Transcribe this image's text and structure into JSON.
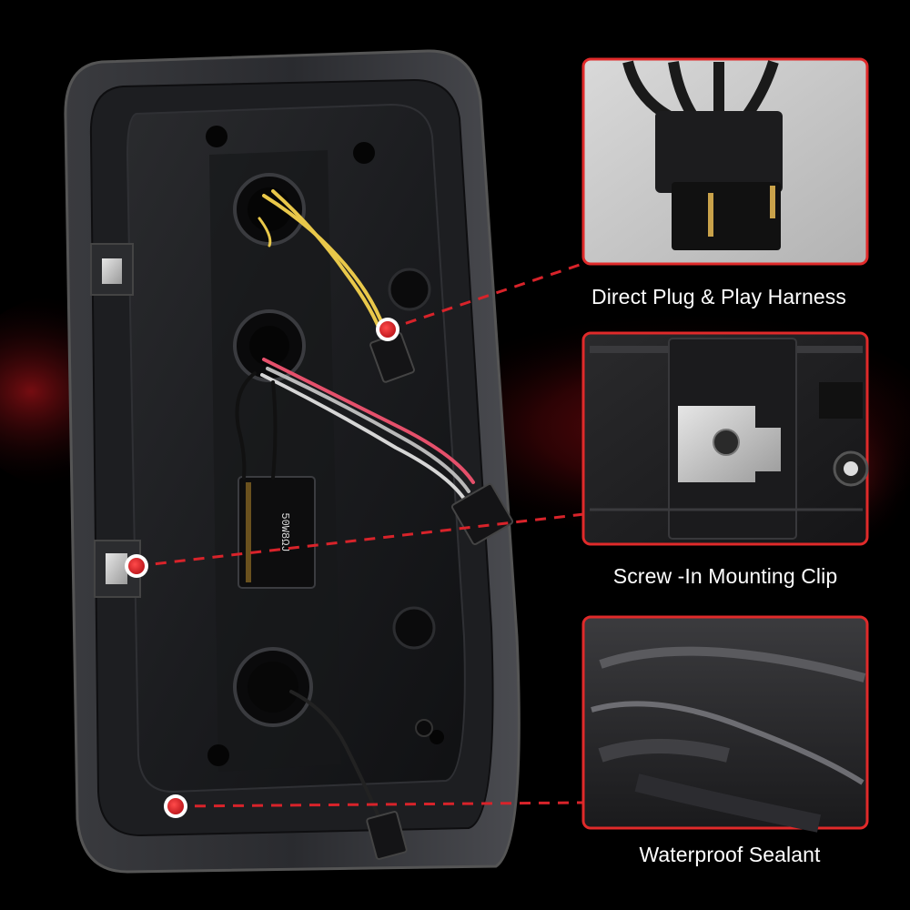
{
  "features": [
    {
      "label": "Direct Plug & Play Harness"
    },
    {
      "label": "Screw -In Mounting Clip"
    },
    {
      "label": "Waterproof Sealant"
    }
  ],
  "resistor_marking": "50W8ΩJ",
  "colors": {
    "background": "#000000",
    "callout_marker": "#e8202a",
    "callout_line": "#d8232a",
    "inset_border": "#e02a2a",
    "caption_text": "#ffffff",
    "wire_yellow": "#e9c84a",
    "wire_red": "#e5506b",
    "wire_gray": "#b9b9b9"
  }
}
